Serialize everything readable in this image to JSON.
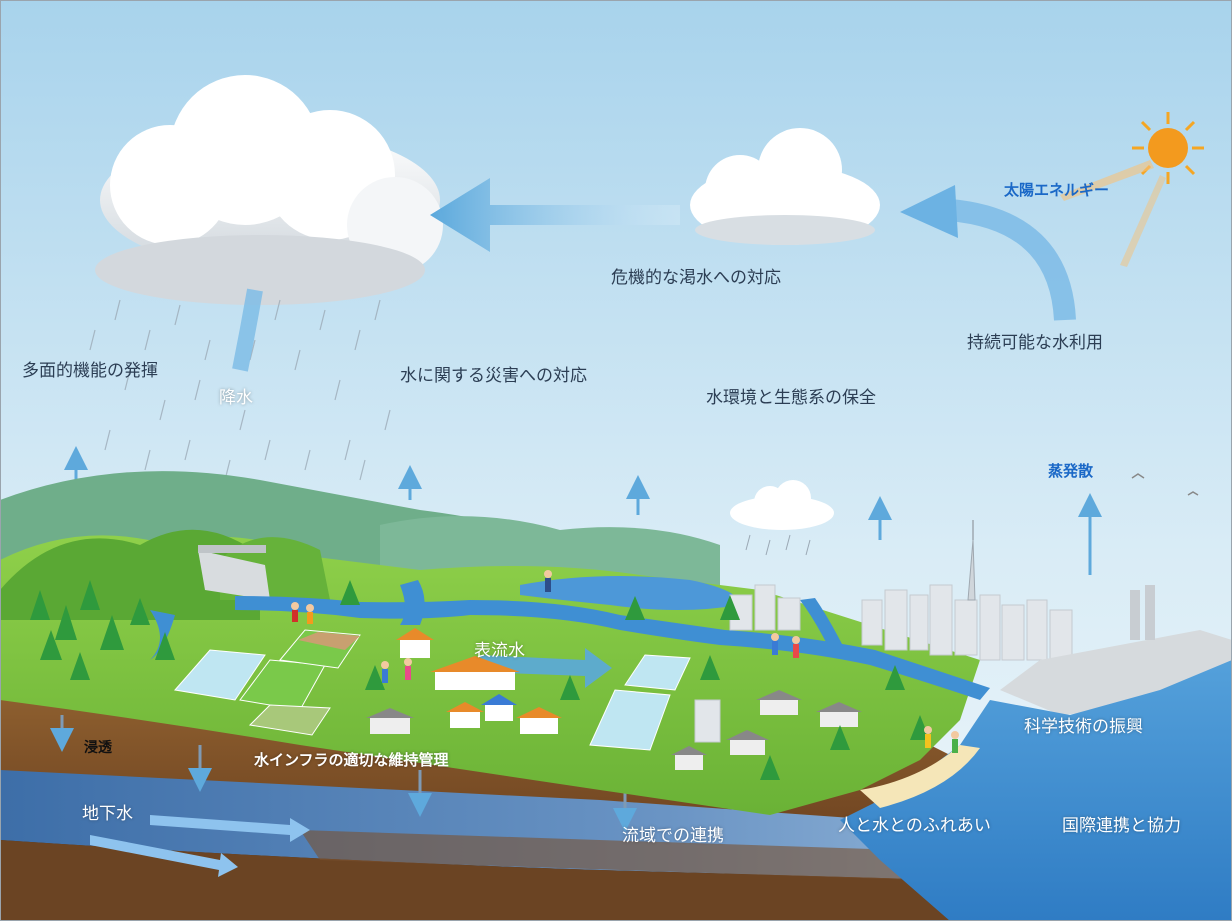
{
  "labels": {
    "solar_energy": "太陽エネルギー",
    "drought_response": "危機的な渇水への対応",
    "sustainable_use": "持続可能な水利用",
    "multifunction": "多面的機能の発揮",
    "precipitation": "降水",
    "disaster_response": "水に関する災害への対応",
    "ecosystem": "水環境と生態系の保全",
    "evapotranspiration": "蒸発散",
    "surface_water": "表流水",
    "infiltration": "浸透",
    "infrastructure": "水インフラの適切な維持管理",
    "groundwater": "地下水",
    "basin_cooperation": "流域での連携",
    "science": "科学技術の振興",
    "people_water": "人と水とのふれあい",
    "international": "国際連携と協力"
  },
  "colors": {
    "sky_top": "#aed6ee",
    "sky_bottom": "#e6f2f8",
    "grass": "#7cc242",
    "soil": "#8b5a2b",
    "groundwater": "#4f7fb8",
    "sea": "#4a9ad6",
    "arrow": "#6fb3e0",
    "sun": "#f39a1e"
  },
  "icons": [
    "sun-icon",
    "cloud-icon",
    "rain-icon",
    "tree-icon",
    "house-icon",
    "building-icon",
    "tower-icon",
    "dam-icon",
    "bird-icon",
    "person-icon"
  ]
}
